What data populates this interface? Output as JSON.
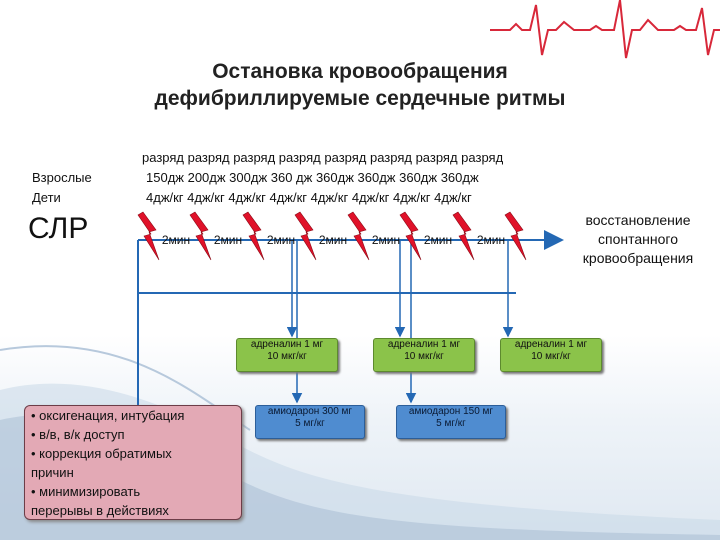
{
  "title": {
    "line1": "Остановка кровообращения",
    "line2": "дефибриллируемые сердечные ритмы"
  },
  "labels": {
    "adults": "Взрослые",
    "children": "Дети",
    "cpr": "СЛР"
  },
  "shocks": {
    "header": "разряд разряд разряд разряд разряд разряд разряд разряд",
    "adult_energy": "150дж  200дж  300дж  360 дж  360дж  360дж   360дж  360дж",
    "child_energy": "4дж/кг  4дж/кг  4дж/кг  4дж/кг  4дж/кг  4дж/кг   4дж/кг  4дж/кг",
    "interval_label": "2мин",
    "interval_count": 7
  },
  "rosc": {
    "line1": "восстановление",
    "line2": "спонтанного",
    "line3": "кровообращения"
  },
  "drugs": {
    "adrenaline": [
      {
        "line1": "адреналин 1 мг",
        "line2": "10 мкг/кг"
      },
      {
        "line1": "адреналин 1 мг",
        "line2": "10 мкг/кг"
      },
      {
        "line1": "адреналин 1 мг",
        "line2": "10 мкг/кг"
      }
    ],
    "amiodarone": [
      {
        "line1": "амиодарон 300 мг",
        "line2": "5 мг/кг"
      },
      {
        "line1": "амиодарон 150 мг",
        "line2": "5 мг/кг"
      }
    ]
  },
  "actions": [
    "• оксигенация, интубация",
    "• в/в, в/к доступ",
    "• коррекция обратимых",
    "  причин",
    "• минимизировать",
    "  перерывы в действиях"
  ],
  "colors": {
    "bolt": "#e0122a",
    "timeline": "#2468b4",
    "green_box": "#8bc34a",
    "blue_box": "#4f8cd0",
    "pink_box": "#e3a9b5"
  }
}
